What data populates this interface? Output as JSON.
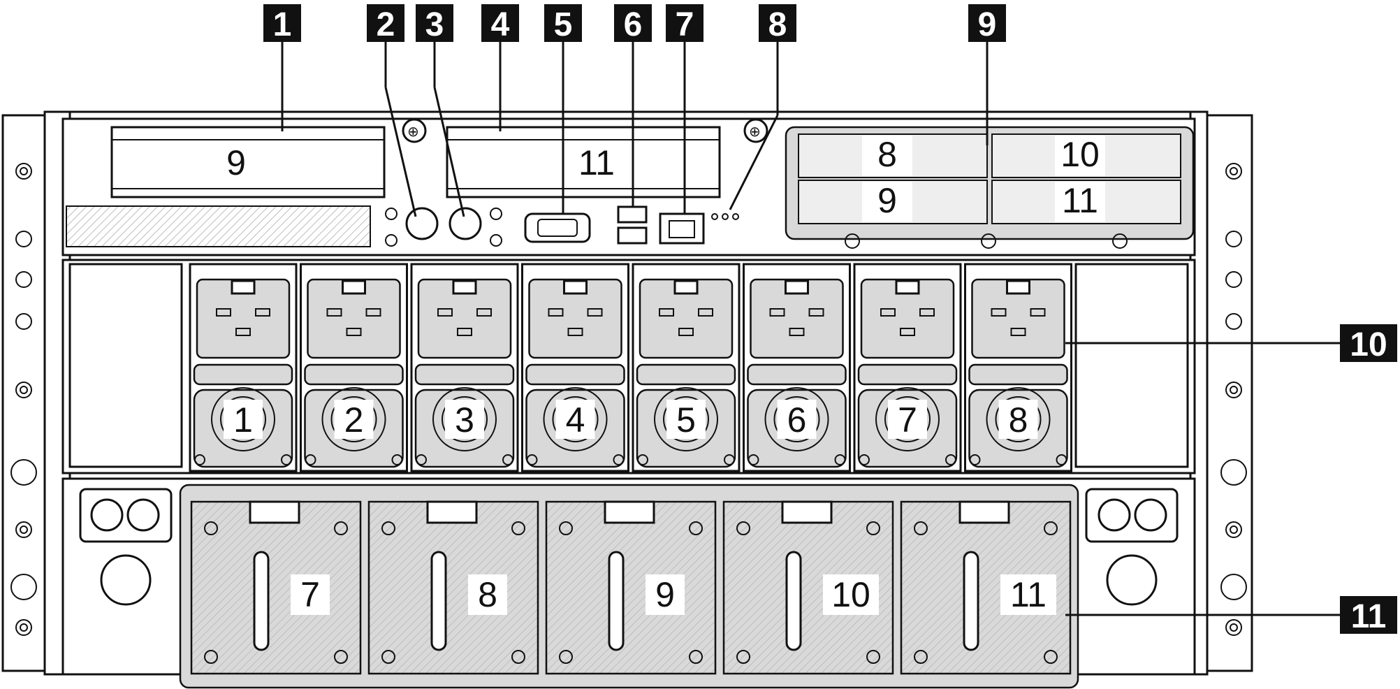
{
  "callouts": [
    "1",
    "2",
    "3",
    "4",
    "5",
    "6",
    "7",
    "8",
    "9",
    "10",
    "11"
  ],
  "pcie_slots": [
    "9",
    "11"
  ],
  "drive_bays": [
    "8",
    "10",
    "9",
    "11"
  ],
  "psu_bays": [
    "1",
    "2",
    "3",
    "4",
    "5",
    "6",
    "7",
    "8"
  ],
  "lower_bays": [
    "7",
    "8",
    "9",
    "10",
    "11"
  ],
  "colors": {
    "ink": "#111111",
    "highlight": "#d9d9d9",
    "background": "#ffffff"
  }
}
